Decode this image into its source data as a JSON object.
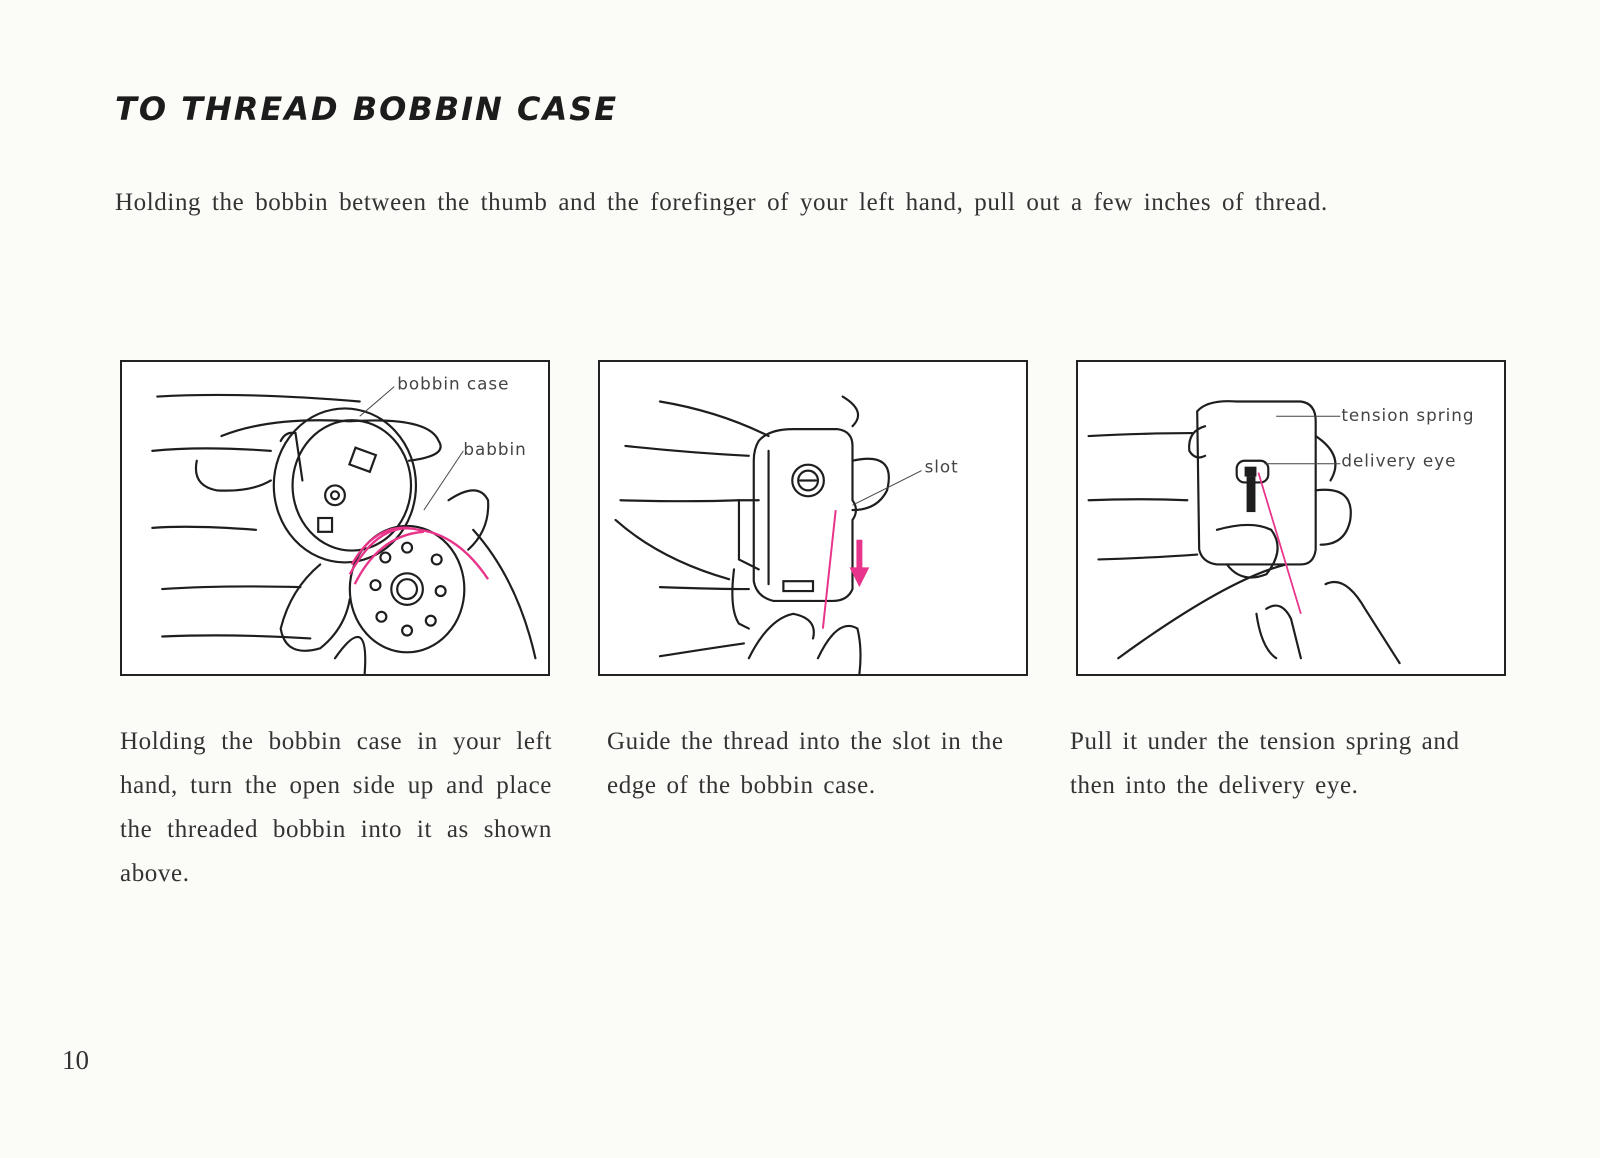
{
  "title": "TO THREAD BOBBIN CASE",
  "intro": "Holding the bobbin between the thumb and the forefinger of your left hand, pull out a few inches of thread.",
  "panels": [
    {
      "labels": {
        "bobbin_case": "bobbin case",
        "bobbin": "babbin"
      },
      "caption": "Holding the bobbin case in your left hand, turn the open side up and place the threaded bobbin into it as shown above."
    },
    {
      "labels": {
        "slot": "slot"
      },
      "caption": "Guide the thread into the slot in the edge of the bobbin case."
    },
    {
      "labels": {
        "tension_spring": "tension spring",
        "delivery_eye": "delivery eye"
      },
      "caption": "Pull it under the tension spring and then into the delivery eye."
    }
  ],
  "page_number": "10",
  "colors": {
    "thread": "#e8348a",
    "ink": "#1e1e1e"
  }
}
